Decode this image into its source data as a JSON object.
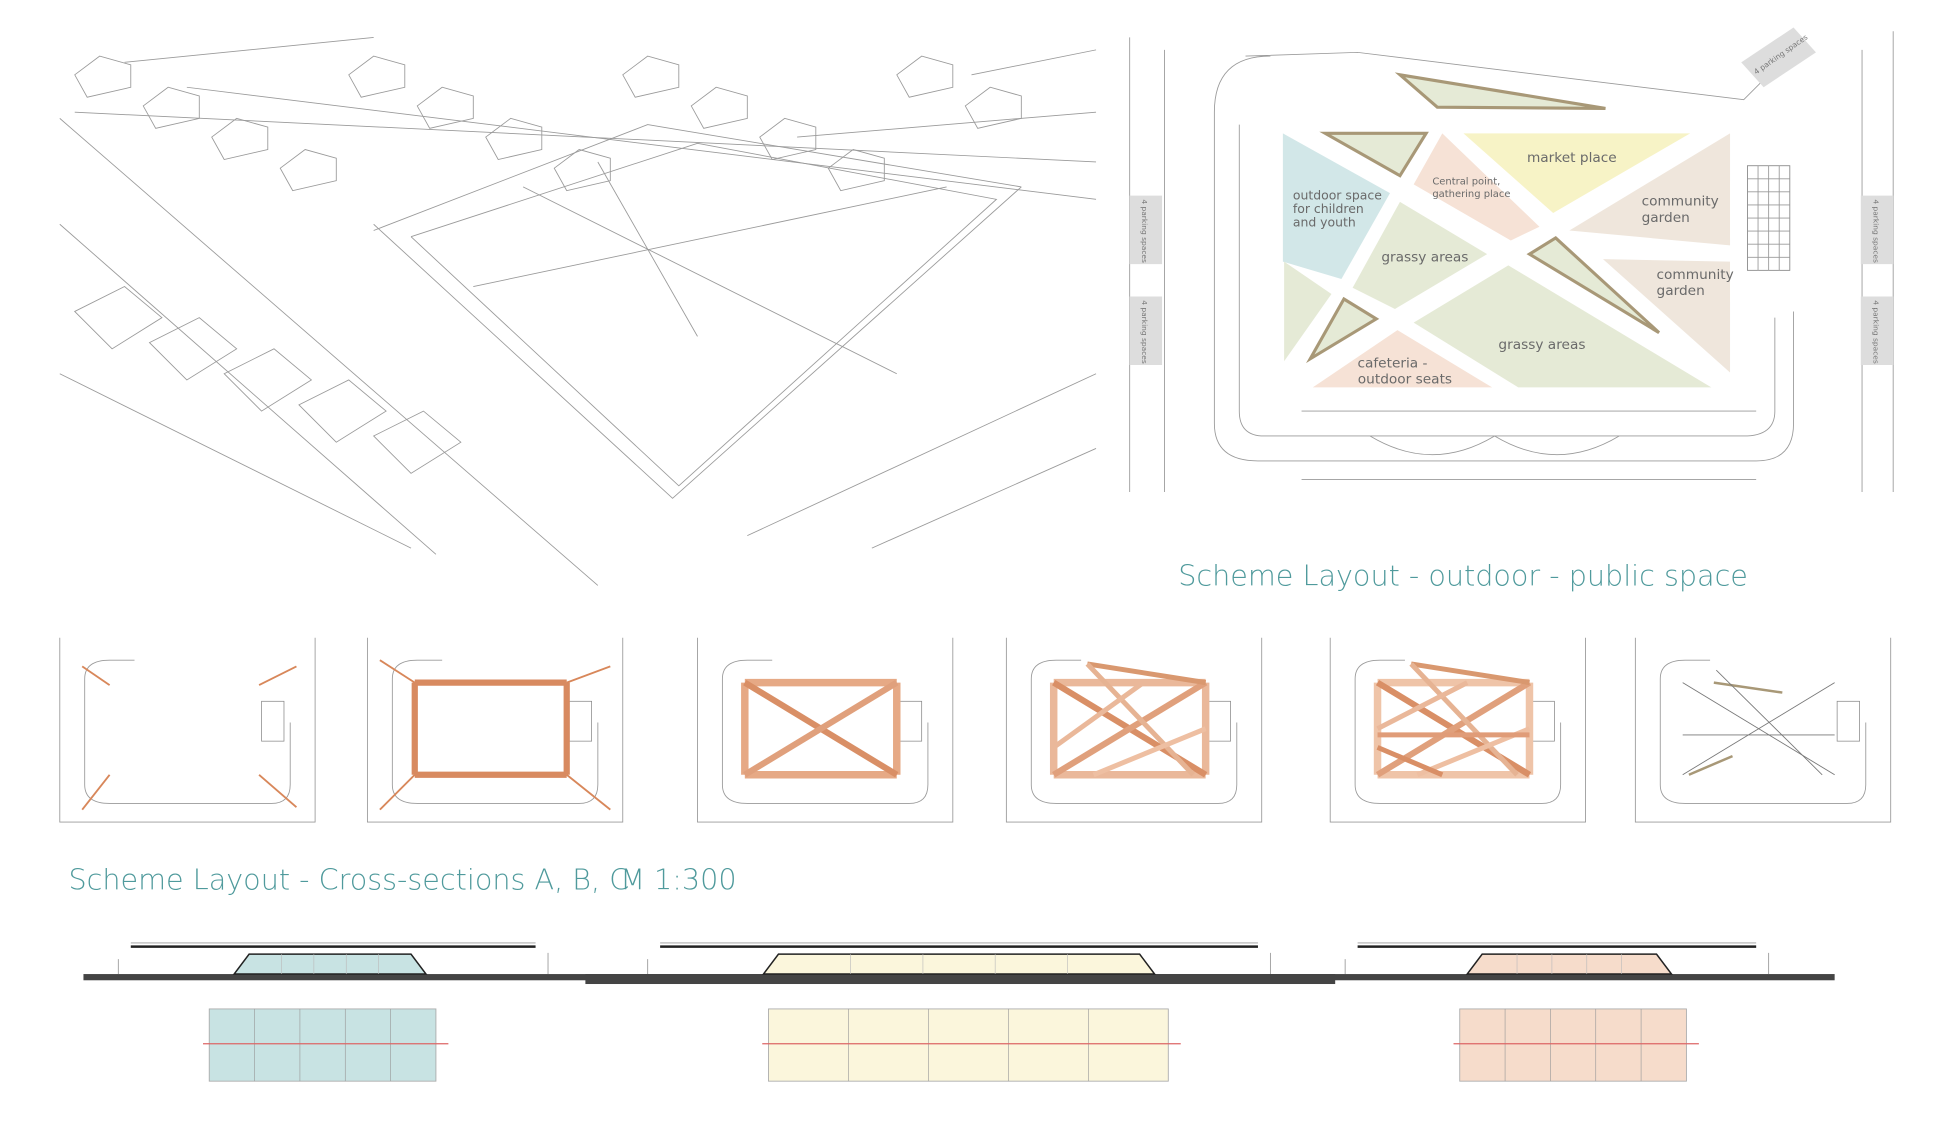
{
  "titles": {
    "outdoor": "Scheme Layout - outdoor - public space",
    "sections": "Scheme Layout - Cross-sections A, B, C",
    "scale": "M 1:300"
  },
  "plan": {
    "zones": [
      {
        "label": "market place",
        "color": "#f7f3c6"
      },
      {
        "label": "Central point, gathering place",
        "line1": "Central point,",
        "line2": "gathering place",
        "color": "#f6e2d6"
      },
      {
        "label": "outdoor space for children and youth",
        "line1": "outdoor space",
        "line2": "for children",
        "line3": "and youth",
        "color": "#d2e7e8"
      },
      {
        "label": "community garden",
        "line1": "community",
        "line2": "garden",
        "color": "#efe6dc"
      },
      {
        "label": "community garden",
        "line1": "community",
        "line2": "garden",
        "color": "#efe6dc"
      },
      {
        "label": "grassy areas",
        "color": "#e5ead6"
      },
      {
        "label": "grassy areas",
        "color": "#e5ead6"
      },
      {
        "label": "cafeteria - outdoor seats",
        "line1": "cafeteria -",
        "line2": "outdoor seats",
        "color": "#f6e2d6"
      }
    ],
    "parking": [
      "4 parking spaces",
      "4 parking spaces",
      "4 parking spaces",
      "4 parking spaces",
      "4 parking spaces"
    ]
  },
  "colors": {
    "accent": "#4f9a9c",
    "path_orange": "#d8875a",
    "section_blue": "#c8e3e3",
    "section_yellow": "#fbf6dc",
    "section_peach": "#f6dccb"
  },
  "diagram_steps": 6,
  "sections": [
    "A",
    "B",
    "C"
  ]
}
